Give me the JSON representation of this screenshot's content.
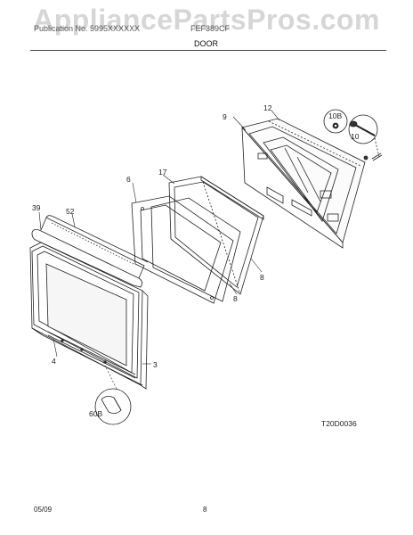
{
  "watermark": "AppliancePartsPros.com",
  "header": {
    "publication": "Publication No. 5995XXXXXX",
    "model": "FEF389CF",
    "section": "DOOR"
  },
  "callouts": {
    "c9": "9",
    "c12": "12",
    "c10B": "10B",
    "c10": "10",
    "c6": "6",
    "c17": "17",
    "c39": "39",
    "c52": "52",
    "c8a": "8",
    "c8b": "8",
    "c4": "4",
    "c3": "3",
    "c60B": "60B"
  },
  "diagram_code": "T20D0036",
  "footer": {
    "date": "05/09",
    "page": "8"
  }
}
